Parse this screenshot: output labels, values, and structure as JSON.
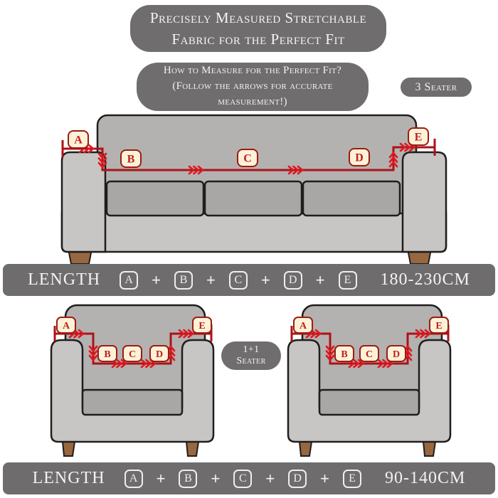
{
  "title": {
    "line1": "Precisely Measured Stretchable",
    "line2": "Fabric for the Perfect Fit"
  },
  "bubble": {
    "line1": "How to Measure for the Perfect Fit?",
    "line2": "(Follow the arrows for accurate",
    "line3": "measurement!)"
  },
  "seater_badges": {
    "three": "3 Seater",
    "one_plus_one_line1": "1+1",
    "one_plus_one_line2": "Seater"
  },
  "measure_labels": {
    "a": "A",
    "b": "B",
    "c": "C",
    "d": "D",
    "e": "E"
  },
  "bars": {
    "top": {
      "label": "LENGTH",
      "plus": "+",
      "range": "180-230CM"
    },
    "bottom": {
      "label": "LENGTH",
      "plus": "+",
      "range": "90-140CM"
    }
  },
  "colors": {
    "banner_gray": "#6f6d6e",
    "bar_gray": "#6e6c6d",
    "text_light": "#f5f3f0",
    "sofa_gray": "#b3b2b1",
    "sofa_light_gray": "#c7c6c4",
    "cushion_gray": "#a8a7a5",
    "outline_dark": "#201d1d",
    "leg_brown": "#976740",
    "measure_line_red": "#ae1117",
    "arrow_red": "#de1a21",
    "label_bg_cream": "#fdf2d8",
    "label_border_red": "#9c1c13",
    "label_text_red": "#c0201e"
  }
}
